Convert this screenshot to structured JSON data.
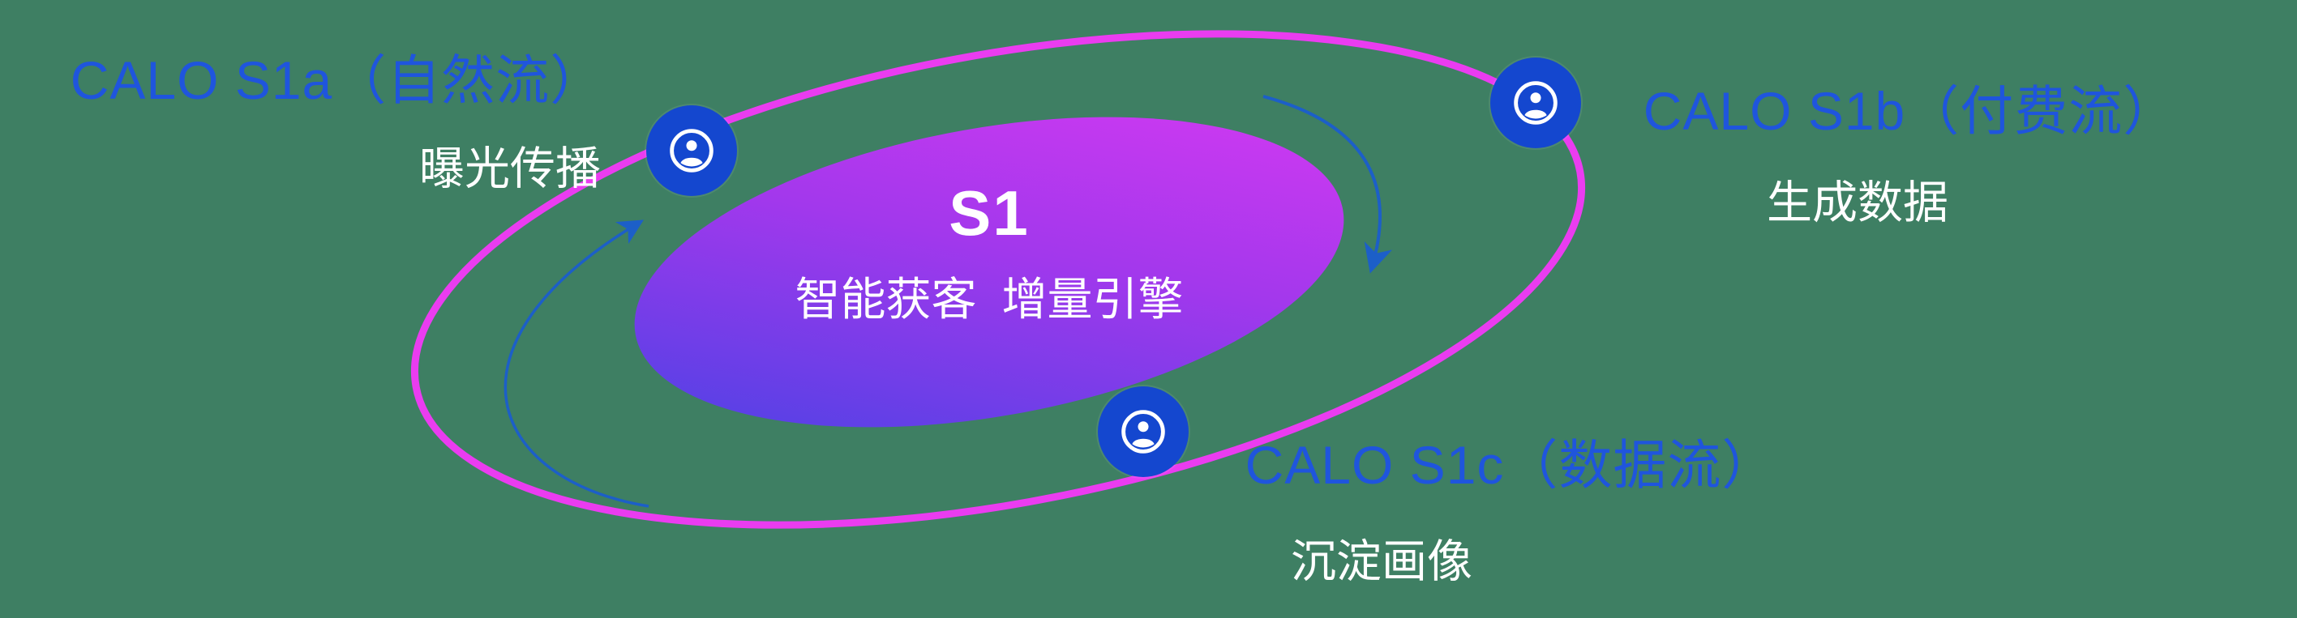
{
  "colors": {
    "background": "#3e7f63",
    "orbit": "#ea3cf0",
    "node": "#1447cf",
    "title-blue": "#1f55dd",
    "label-white": "#ffffff",
    "arrow": "#1c5fc8",
    "grad-start": "#4343e4",
    "grad-end": "#d93af2"
  },
  "center": {
    "title": "S1",
    "subtitle": "智能获客  增量引擎"
  },
  "nodes": [
    {
      "icon": "user-circle-icon",
      "title": "CALO S1a（自然流）",
      "subtitle": "曝光传播"
    },
    {
      "icon": "user-circle-icon",
      "title": "CALO S1b（付费流）",
      "subtitle": "生成数据"
    },
    {
      "icon": "user-circle-icon",
      "title": "CALO S1c（数据流）",
      "subtitle": "沉淀画像"
    }
  ]
}
